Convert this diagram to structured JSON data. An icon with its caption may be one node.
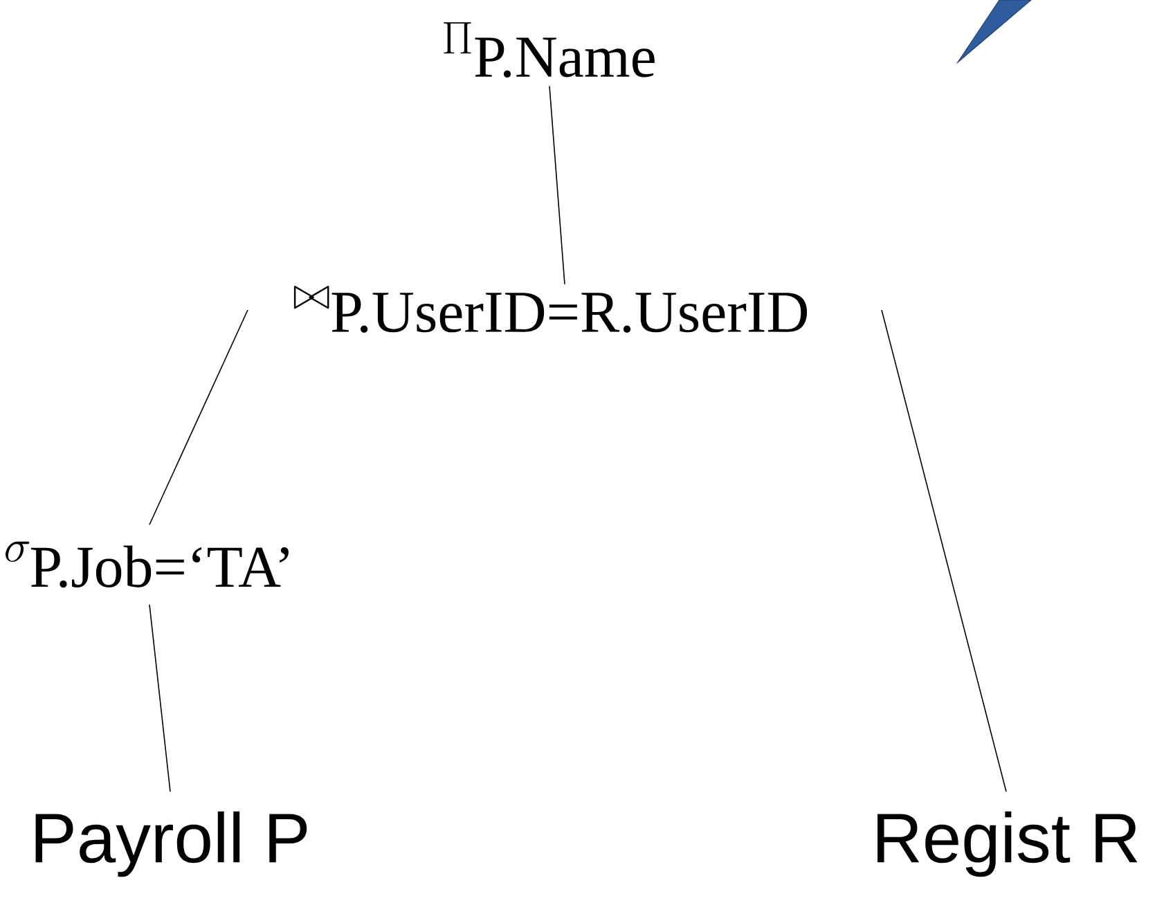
{
  "diagram": {
    "nodes": [
      {
        "text": [
          "\\Pi_{\\text{P.Name}}"
        ]
      },
      {
        "text": [
          "\\bowtie_{\\text{P.UserID=R.UserID}}"
        ]
      },
      {
        "text": [
          "\\sigma_{\\text{P.Job=‘TA’}}"
        ]
      },
      {
        "text": [
          "Payroll P"
        ]
      },
      {
        "text": [
          "Regist R"
        ]
      }
    ],
    "edges": [
      {
        "from": 1,
        "to": 0,
        "arrow": "none"
      },
      {
        "from": 2,
        "to": 1,
        "arrow": "none"
      },
      {
        "from": 3,
        "to": 2,
        "arrow": "none"
      },
      {
        "from": 4,
        "to": 1,
        "arrow": "none"
      }
    ]
  }
}
